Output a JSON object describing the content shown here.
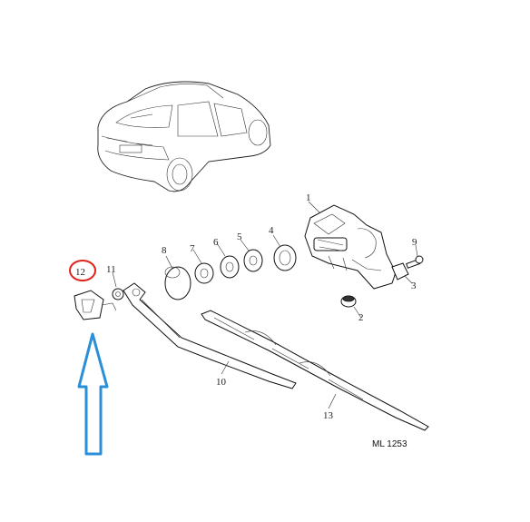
{
  "diagram": {
    "reference_code": "ML 1253",
    "callouts": [
      {
        "id": "1",
        "label": "1"
      },
      {
        "id": "2",
        "label": "2"
      },
      {
        "id": "3",
        "label": "3"
      },
      {
        "id": "4",
        "label": "4"
      },
      {
        "id": "5",
        "label": "5"
      },
      {
        "id": "6",
        "label": "6"
      },
      {
        "id": "7",
        "label": "7"
      },
      {
        "id": "8",
        "label": "8"
      },
      {
        "id": "9",
        "label": "9"
      },
      {
        "id": "10",
        "label": "10"
      },
      {
        "id": "11",
        "label": "11"
      },
      {
        "id": "12",
        "label": "12"
      },
      {
        "id": "13",
        "label": "13"
      }
    ],
    "highlight": {
      "callout": "12",
      "circle_color": "#e0221b",
      "arrow_color": "#2a8fd8"
    }
  }
}
